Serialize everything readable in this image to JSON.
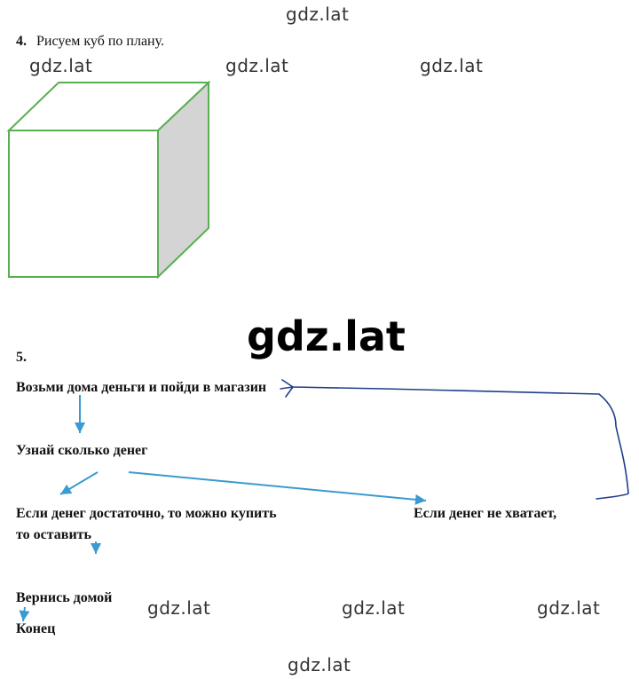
{
  "watermarks": {
    "top": "gdz.lat",
    "row1": [
      "gdz.lat",
      "gdz.lat",
      "gdz.lat"
    ],
    "center": "gdz.lat",
    "row2": [
      "gdz.lat",
      "gdz.lat",
      "gdz.lat"
    ],
    "bottom": "gdz.lat"
  },
  "task4": {
    "number": "4.",
    "text": "Рисуем куб по плану.",
    "colors": {
      "edge": "#5aae52",
      "shade": "#d4d4d4"
    }
  },
  "task5": {
    "number": "5.",
    "steps": {
      "start": "Возьми дома деньги и пойди в магазин",
      "count": "Узнай сколько  денег",
      "enough_line1": "Если денег достаточно, то можно купить",
      "enough_line2": "то  оставить",
      "not_enough": "Если денег не хватает,",
      "return": "Вернись домой",
      "end": "Конец"
    },
    "colors": {
      "arrow": "#3a9bd0",
      "hand_loop": "#1f3f8a"
    }
  }
}
